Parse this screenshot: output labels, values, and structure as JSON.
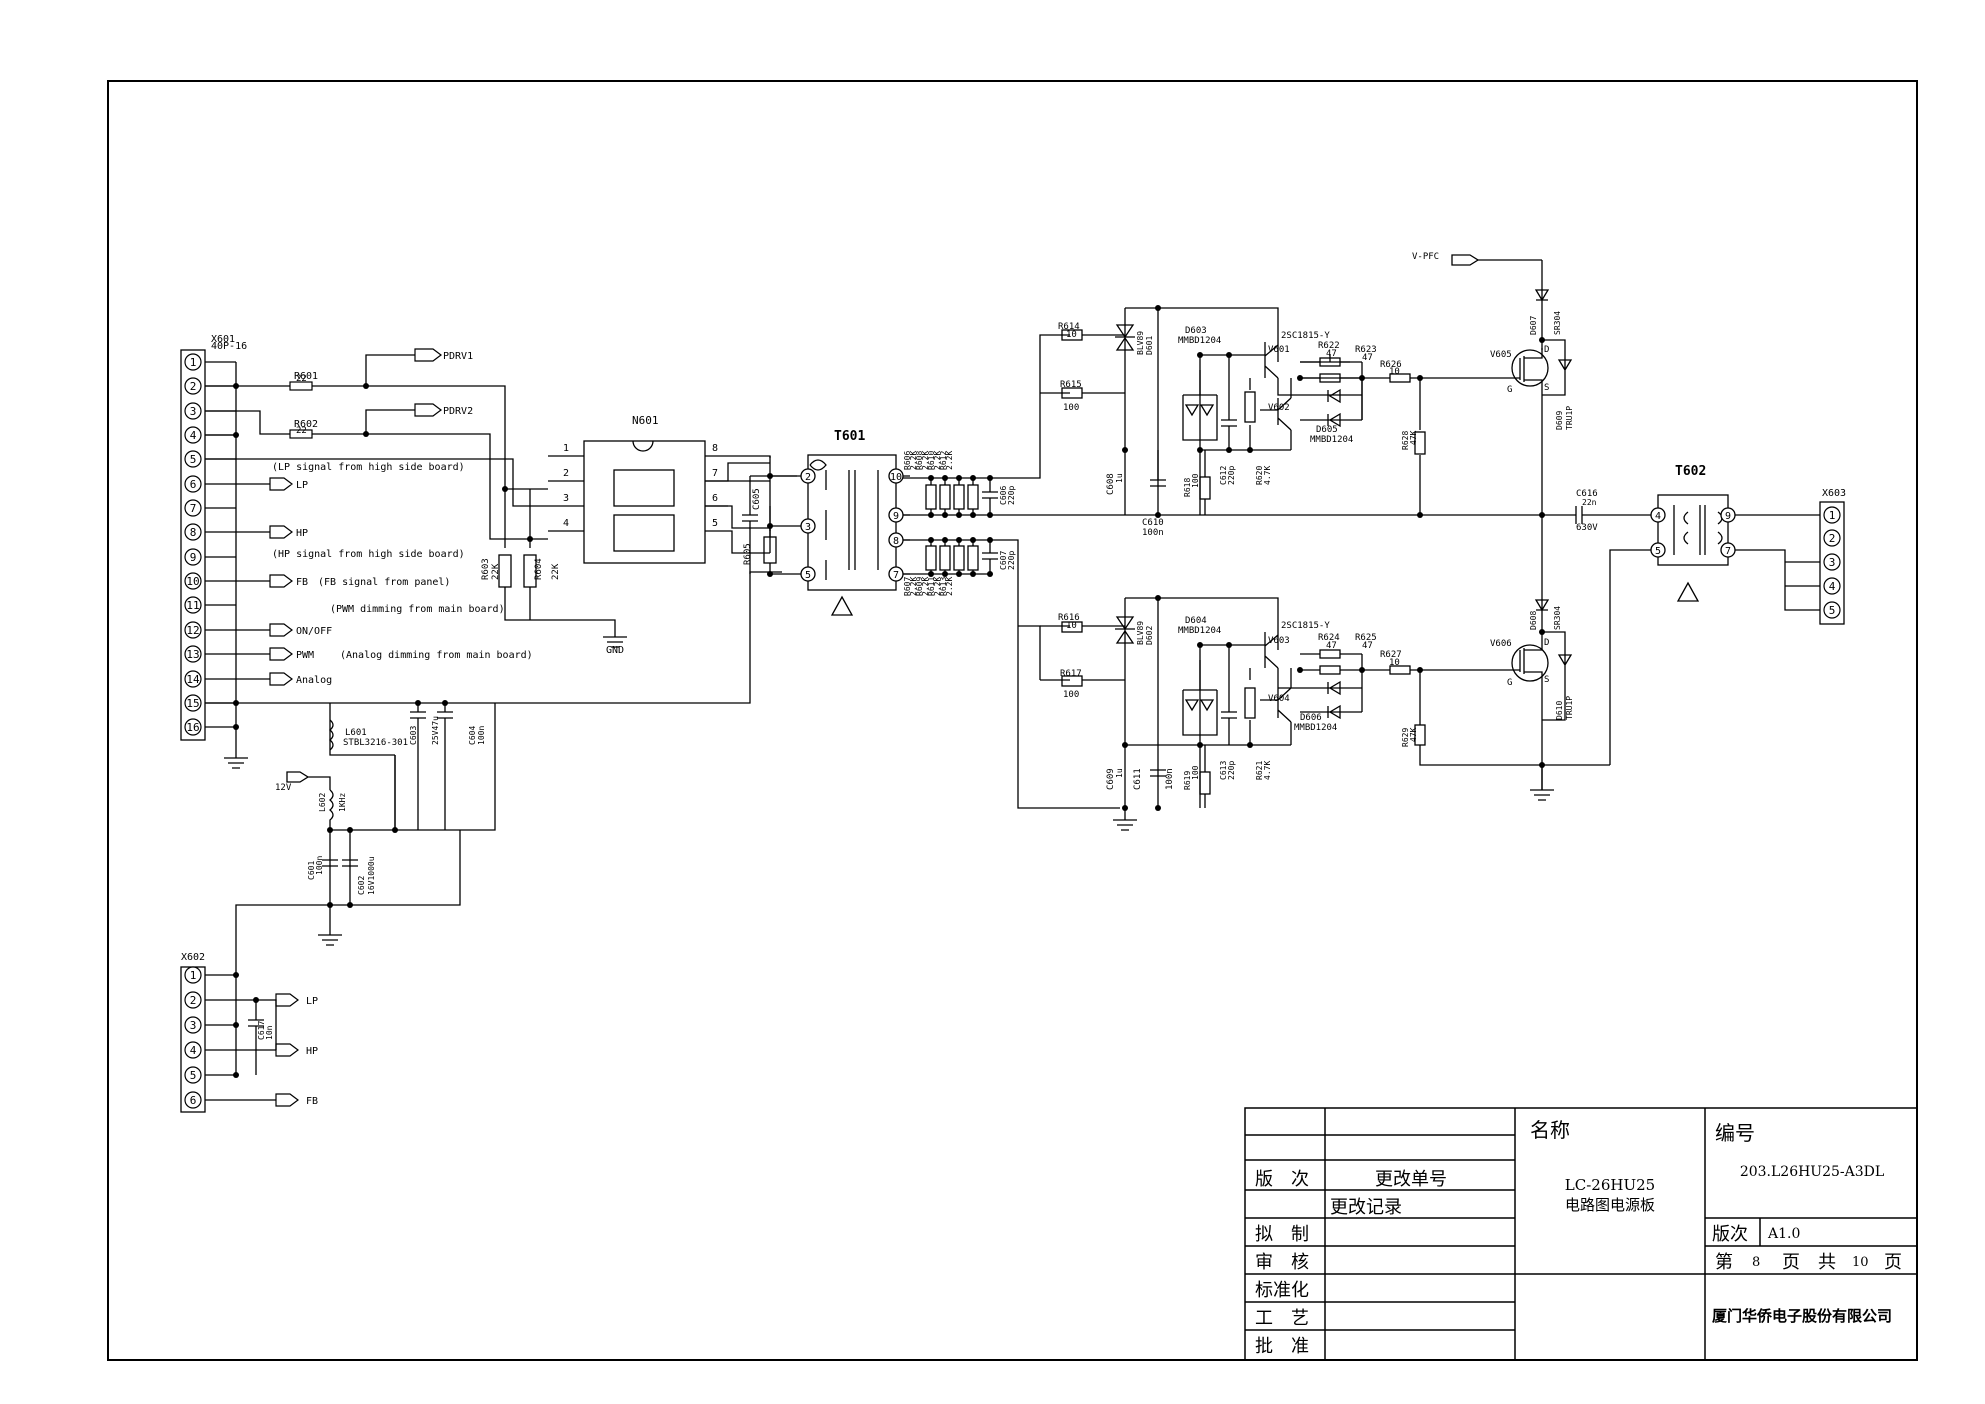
{
  "connectors": {
    "x601": {
      "ref": "X601",
      "type": "40P-16",
      "pins": [
        "1",
        "2",
        "3",
        "4",
        "5",
        "6",
        "7",
        "8",
        "9",
        "10",
        "11",
        "12",
        "13",
        "14",
        "15",
        "16"
      ]
    },
    "x602": {
      "ref": "X602",
      "pins": [
        "1",
        "2",
        "3",
        "4",
        "5",
        "6"
      ]
    },
    "x603": {
      "ref": "X603",
      "pins": [
        "1",
        "2",
        "3",
        "4",
        "5"
      ]
    }
  },
  "nets": {
    "pdrv1": "PDRV1",
    "pdrv2": "PDRV2",
    "lp": "LP",
    "hp": "HP",
    "fb": "FB",
    "onoff": "ON/OFF",
    "pwm": "PWM",
    "analog": "Analog",
    "gnd": "GND",
    "v12": "12V",
    "vpfc": "V-PFC"
  },
  "notes": {
    "lp": "(LP signal from high side board)",
    "hp": "(HP signal from high side board)",
    "fb": "(FB signal from panel)",
    "pwm": "(PWM dimming from main board)",
    "analog": "(Analog dimming from main board)"
  },
  "components": {
    "r601": "R601",
    "r601v": "22",
    "r602": "R602",
    "r602v": "22",
    "r603": "R603",
    "r603v": "22K",
    "r604": "R604",
    "r604v": "22K",
    "r605": "R605",
    "n601": "N601",
    "n601pins": [
      "1",
      "2",
      "3",
      "4",
      "8",
      "7",
      "6",
      "5"
    ],
    "t601": "T601",
    "t601pins": [
      "2",
      "3",
      "5",
      "10",
      "9",
      "8",
      "7"
    ],
    "c605": "C605",
    "r606": "R606",
    "r607": "R607",
    "r608": "R608",
    "r609": "R609",
    "r610": "R610",
    "r611": "R611",
    "r612": "R612",
    "r613": "R613",
    "rval": "2.2K",
    "c606": "C606",
    "c607": "C607",
    "cval220p": "220p",
    "r614": "R614",
    "r614v": "10",
    "r615": "R615",
    "r615v": "100",
    "r616": "R616",
    "r616v": "10",
    "r617": "R617",
    "r617v": "100",
    "d601": "D601",
    "d602": "D602",
    "by": "BLV89",
    "d603": "D603",
    "d604": "D604",
    "mmbd": "MMBD1204",
    "d605": "D605",
    "d606": "D606",
    "v601": "V601",
    "v602": "V602",
    "v603": "V603",
    "v604": "V604",
    "q": "2SC1815-Y",
    "r620": "R620",
    "r621": "R621",
    "v47k": "4.7K",
    "r618": "R618",
    "r619": "R619",
    "v100": "100",
    "c608": "C608",
    "c609": "C609",
    "c1u": "1u",
    "c610": "C610",
    "c611": "C611",
    "c100n": "100n",
    "c612": "C612",
    "c613": "C613",
    "c220p": "220p",
    "r622": "R622",
    "r623": "R623",
    "r624": "R624",
    "r625": "R625",
    "v47": "47",
    "r626": "R626",
    "r627": "R627",
    "v10": "10",
    "r628": "R628",
    "r629": "R629",
    "v47k2": "47K",
    "v605": "V605",
    "v606": "V606",
    "d607": "D607",
    "d608": "D608",
    "sr": "SR304",
    "d609": "D609",
    "d610": "D610",
    "tru": "TRU1P",
    "gds": [
      "G",
      "D",
      "S"
    ],
    "c616": "C616",
    "c616v": "22n",
    "c616r": "630V",
    "t602": "T602",
    "t602pins": [
      "4",
      "5",
      "9",
      "7"
    ],
    "l601": "L601",
    "l601v": "STBL3216-301",
    "c603": "C603",
    "c603v": "25V47u",
    "c604": "C604",
    "c604v": "100n",
    "l602": "L602",
    "l602v": "1KHz",
    "c601": "C601",
    "c601v": "100n",
    "c602": "C602",
    "c602v": "16V1000u",
    "c617": "C617",
    "c617v": "10n"
  },
  "title_block": {
    "name_label": "名称",
    "code_label": "编号",
    "product": "LC-26HU25",
    "board": "电路图电源板",
    "code": "203.L26HU25-A3DL",
    "version_label": "版次",
    "version": "A1.0",
    "rev_col1": "版　次",
    "rev_col2": "更改单号",
    "rev_record": "更改记录",
    "drafted": "拟　制",
    "reviewed": "审　核",
    "standardized": "标准化",
    "process": "工　艺",
    "approved": "批　准",
    "page_prefix": "第",
    "page_num": "8",
    "page_mid": "页　共",
    "page_total": "10",
    "page_suffix": "页",
    "company": "厦门华侨电子股份有限公司"
  }
}
